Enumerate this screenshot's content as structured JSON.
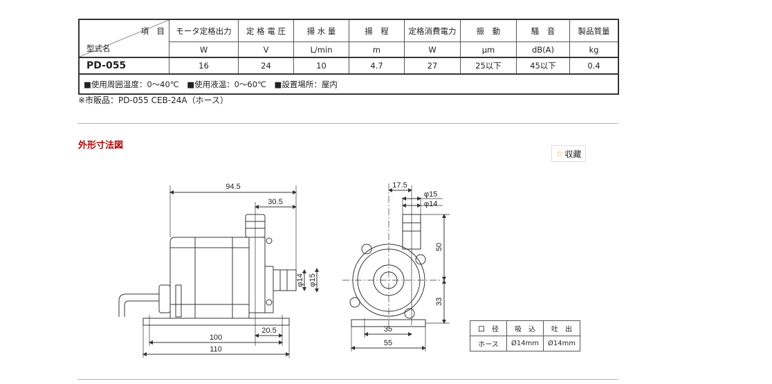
{
  "spec_table": {
    "corner_item": "項　目",
    "corner_model": "型式名",
    "headers": [
      "モータ定格出力",
      "定 格 電 圧",
      "揚 水 量",
      "揚　程",
      "定格消費電力",
      "振　動",
      "騒　音",
      "製品質量"
    ],
    "units": [
      "W",
      "V",
      "L/min",
      "m",
      "W",
      "μm",
      "dB(A)",
      "kg"
    ],
    "model": "PD-055",
    "values": [
      "16",
      "24",
      "10",
      "4.7",
      "27",
      "25以下",
      "45以下",
      "0.4"
    ],
    "notes": "■使用周囲温度：0〜40℃　■使用液温：0〜60℃　■設置場所：屋内"
  },
  "retail_note": "※市販品：PD-055 CEB-24A（ホース）",
  "section_title": "外形寸法図",
  "favorite_button": {
    "icon": "star-icon",
    "label": "収藏"
  },
  "dimensions": {
    "side": {
      "overall": "94.5",
      "outlet_offset": "30.5",
      "inlet_d14": "φ14",
      "inlet_d15": "φ15",
      "base_offset": "20.5",
      "base_holes": "100",
      "base_length": "110"
    },
    "front": {
      "offset": "17.5",
      "d15": "φ15",
      "d14": "φ14",
      "height_top": "50",
      "height_bottom": "33",
      "hole_pitch": "35",
      "base_width": "55"
    }
  },
  "port_table": {
    "headers": [
      "口　径",
      "吸　込",
      "吐　出"
    ],
    "row": [
      "ホース",
      "Ø14mm",
      "Ø14mm"
    ]
  },
  "colors": {
    "heading": "#b00000",
    "star": "#f0a020"
  }
}
